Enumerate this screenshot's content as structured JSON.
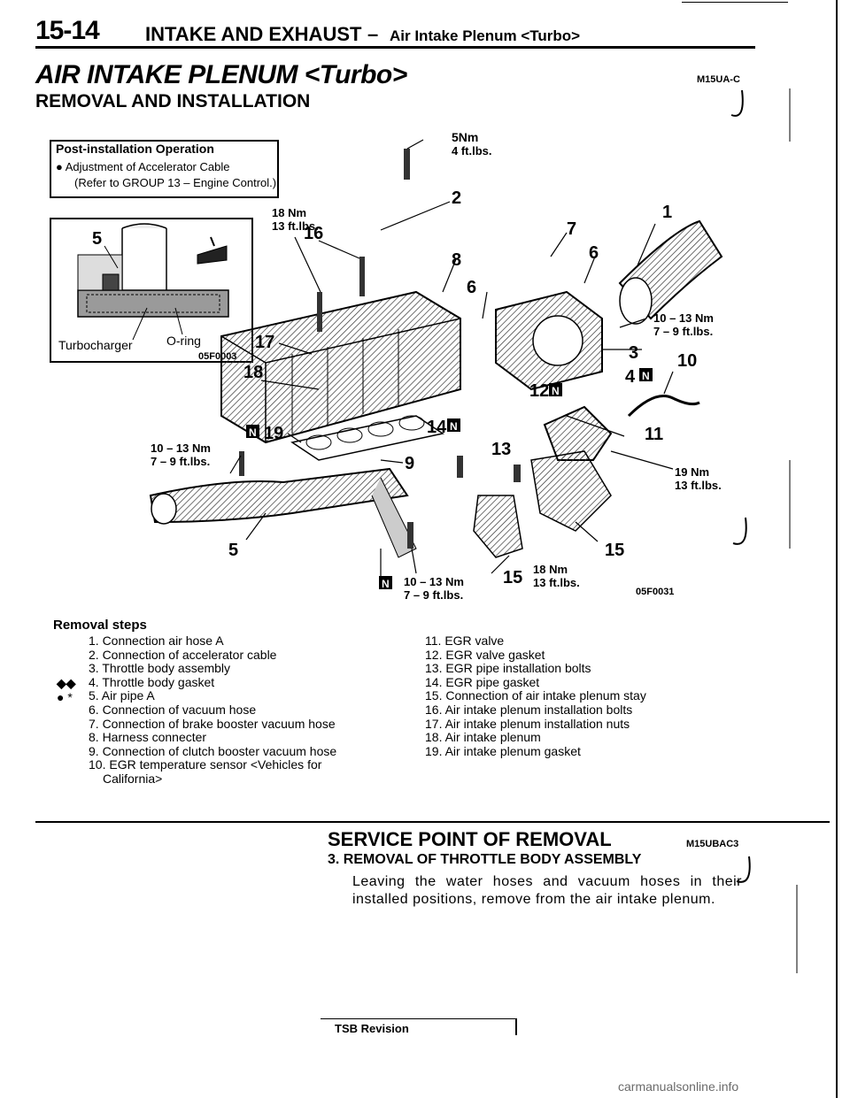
{
  "header": {
    "page_number": "15-14",
    "section": "INTAKE AND EXHAUST",
    "dash": "–",
    "subsection": "Air Intake Plenum <Turbo>"
  },
  "title": {
    "main": "AIR INTAKE PLENUM <Turbo>",
    "code": "M15UA-C",
    "sub": "REMOVAL AND INSTALLATION"
  },
  "post_installation": {
    "title": "Post-installation Operation",
    "item": "● Adjustment of Accelerator Cable",
    "reference": "(Refer to GROUP 13 – Engine Control.)"
  },
  "inset": {
    "label_5": "5",
    "turbocharger": "Turbocharger",
    "oring": "O-ring",
    "figure_code": "05F0003"
  },
  "diagram": {
    "figure_code": "05F0031",
    "callouts": {
      "c1": "1",
      "c2": "2",
      "c3": "3",
      "c4": "4",
      "c5": "5",
      "c6a": "6",
      "c6b": "6",
      "c7": "7",
      "c8": "8",
      "c9": "9",
      "c10": "10",
      "c11": "11",
      "c12": "12",
      "c13": "13",
      "c14": "14",
      "c15a": "15",
      "c15b": "15",
      "c16": "16",
      "c17": "17",
      "c18": "18",
      "c19": "19"
    },
    "new_part_badge": "N",
    "torques": {
      "t5nm_a": "5Nm",
      "t5nm_b": "4 ft.lbs.",
      "t18nm_top_a": "18 Nm",
      "t18nm_top_b": "13 ft.lbs.",
      "t1013_right_a": "10 – 13 Nm",
      "t1013_right_b": "7 – 9 ft.lbs.",
      "t1013_left_a": "10 – 13 Nm",
      "t1013_left_b": "7 – 9 ft.lbs.",
      "t19nm_a": "19 Nm",
      "t19nm_b": "13 ft.lbs.",
      "t1013_bottom_a": "10 – 13 Nm",
      "t1013_bottom_b": "7 – 9 ft.lbs.",
      "t18nm_bottom_a": "18 Nm",
      "t18nm_bottom_b": "13 ft.lbs."
    }
  },
  "removal": {
    "title": "Removal steps",
    "marks": {
      "throttle_body": "◆◆",
      "gasket": "● *"
    },
    "left_steps": [
      "1. Connection air hose A",
      "2. Connection of accelerator cable",
      "3. Throttle body assembly",
      "4. Throttle body gasket",
      "5. Air pipe A",
      "6. Connection of vacuum hose",
      "7. Connection of brake booster vacuum hose",
      "8. Harness connecter",
      "9. Connection of clutch booster vacuum hose",
      "10. EGR temperature sensor <Vehicles for",
      "California>"
    ],
    "right_steps": [
      "11. EGR valve",
      "12. EGR valve gasket",
      "13. EGR pipe installation bolts",
      "14. EGR pipe gasket",
      "15. Connection of air intake plenum stay",
      "16. Air intake plenum installation bolts",
      "17. Air intake plenum installation nuts",
      "18. Air intake plenum",
      "19. Air intake plenum gasket"
    ]
  },
  "service": {
    "title": "SERVICE POINT OF REMOVAL",
    "code": "M15UBAC3",
    "step": "3. REMOVAL OF THROTTLE BODY ASSEMBLY",
    "text": "Leaving the water hoses and vacuum hoses in their installed positions, remove from the air intake plenum."
  },
  "footer": {
    "tsb": "TSB Revision",
    "watermark": "carmanualsonline.info"
  }
}
